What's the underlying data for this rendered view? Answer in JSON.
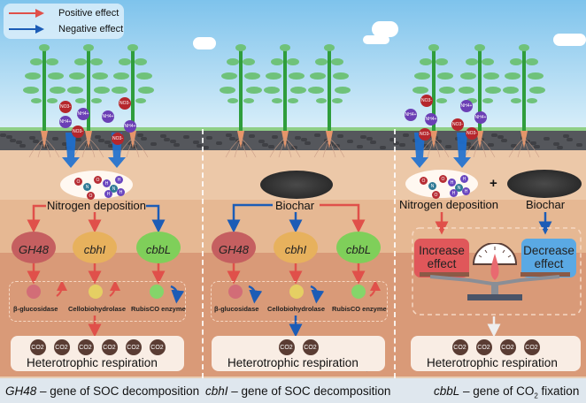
{
  "legend": {
    "items": [
      {
        "label": "Positive effect",
        "color": "#e0504a"
      },
      {
        "label": "Negative effect",
        "color": "#1c5cb6"
      }
    ]
  },
  "colors": {
    "positive": "#e0504a",
    "negative": "#1c5cb6",
    "gh48": "#c55f60",
    "cbhl": "#e7b15d",
    "cbbl": "#7fcf5a"
  },
  "ions": {
    "no3": "NO3-",
    "nh4": "NH4+"
  },
  "molecule_letters": {
    "o": "O",
    "n": "N",
    "h": "H"
  },
  "panels": [
    {
      "treatment": "Nitrogen deposition",
      "genes": [
        {
          "name": "GH48",
          "effect": "positive"
        },
        {
          "name": "cbhI",
          "effect": "positive"
        },
        {
          "name": "cbbL",
          "effect": "negative"
        }
      ],
      "enzymes": [
        {
          "name": "β-glucosidase",
          "effect": "positive"
        },
        {
          "name": "Cellobiohydrolase",
          "effect": "positive"
        },
        {
          "name": "RubisCO enzyme",
          "effect": "negative"
        }
      ],
      "co2_count": 6,
      "respiration_label": "Heterotrophic respiration",
      "respiration_effect": "positive"
    },
    {
      "treatment": "Biochar",
      "genes": [
        {
          "name": "GH48",
          "effect": "negative"
        },
        {
          "name": "cbhI",
          "effect": "negative"
        },
        {
          "name": "cbbL",
          "effect": "positive"
        }
      ],
      "enzymes": [
        {
          "name": "β-glucosidase",
          "effect": "negative"
        },
        {
          "name": "Cellobiohydrolase",
          "effect": "negative"
        },
        {
          "name": "RubisCO enzyme",
          "effect": "positive"
        }
      ],
      "co2_count": 2,
      "respiration_label": "Heterotrophic respiration",
      "respiration_effect": "negative"
    },
    {
      "treatment_a": "Nitrogen deposition",
      "plus": "+",
      "treatment_b": "Biochar",
      "increase_label": "Increase effect",
      "decrease_label": "Decrease effect",
      "co2_count": 4,
      "respiration_label": "Heterotrophic respiration"
    }
  ],
  "co2_label": "CO2",
  "footer": [
    {
      "gene": "GH48",
      "desc": " – gene of SOC decomposition"
    },
    {
      "gene": "cbhI",
      "desc": " – gene of SOC decomposition"
    },
    {
      "gene": "cbbL",
      "desc": " – gene of CO",
      "sub": "2",
      "desc2": " fixation"
    }
  ]
}
